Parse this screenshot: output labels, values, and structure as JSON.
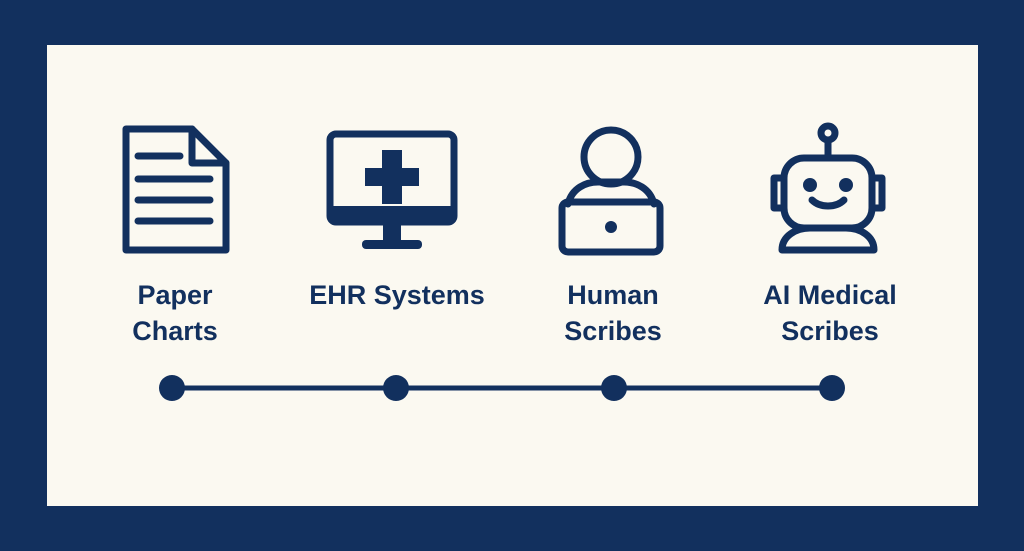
{
  "colors": {
    "frame": "#12305e",
    "panel": "#fbf9f1",
    "ink": "#12305e"
  },
  "stages": [
    {
      "icon": "paper-chart-icon",
      "lines": [
        "Paper",
        "Charts"
      ]
    },
    {
      "icon": "ehr-monitor-icon",
      "lines": [
        "EHR Systems"
      ]
    },
    {
      "icon": "human-scribe-icon",
      "lines": [
        "Human",
        "Scribes"
      ]
    },
    {
      "icon": "robot-icon",
      "lines": [
        "AI Medical",
        "Scribes"
      ]
    }
  ]
}
